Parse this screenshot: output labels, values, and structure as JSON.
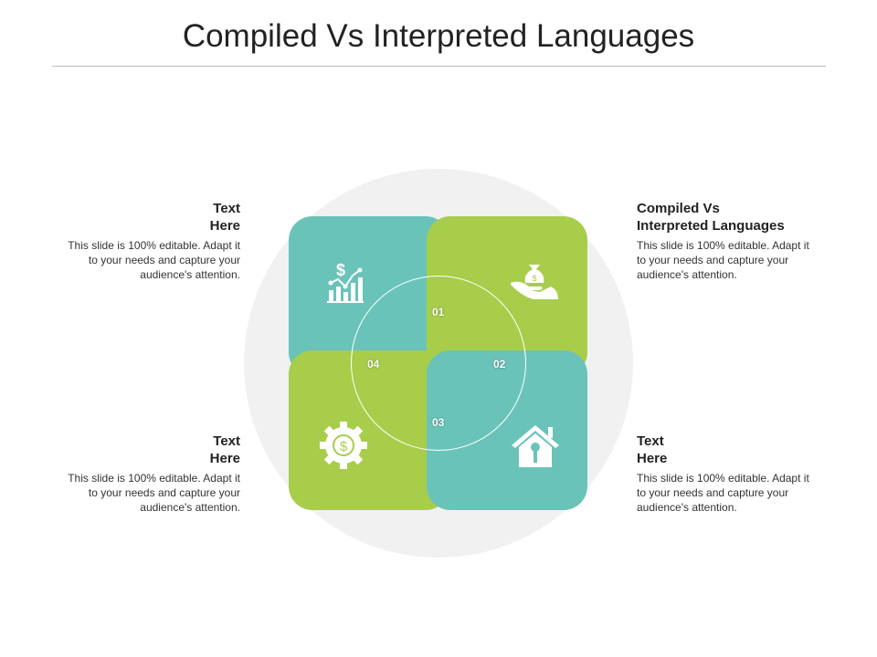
{
  "title": "Compiled Vs Interpreted Languages",
  "numbers": [
    "01",
    "02",
    "03",
    "04"
  ],
  "blocks": [
    {
      "heading_l1": "Text",
      "heading_l2": "Here",
      "body": "This slide is 100% editable. Adapt it to your needs and capture your audience's attention."
    },
    {
      "heading_l1": "Compiled Vs",
      "heading_l2": "Interpreted Languages",
      "body": "This slide is 100% editable. Adapt it to your needs and capture your audience's attention."
    },
    {
      "heading_l1": "Text",
      "heading_l2": "Here",
      "body": "This slide is 100% editable. Adapt it to your needs and capture your audience's attention."
    },
    {
      "heading_l1": "Text",
      "heading_l2": "Here",
      "body": "This slide is 100% editable. Adapt it to your needs and capture your audience's attention."
    }
  ],
  "colors": {
    "teal": "#6ac3b9",
    "green": "#a8cd4b",
    "circle": "#f1f1f1"
  },
  "icons": [
    "dollar-growth-chart-icon",
    "money-bag-hand-icon",
    "dollar-gear-icon",
    "house-key-icon"
  ]
}
